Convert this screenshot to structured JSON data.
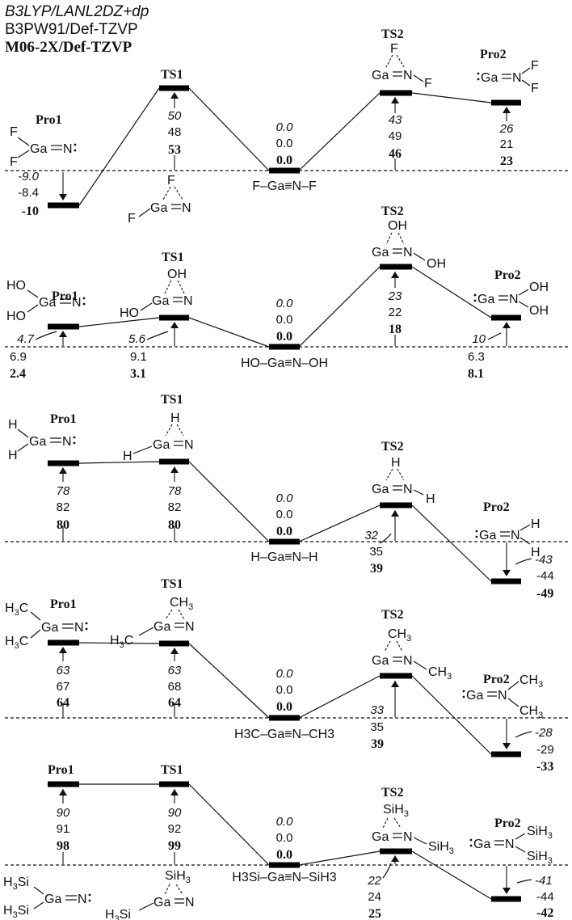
{
  "legend": {
    "method1": "B3LYP/LANL2DZ+dp",
    "method2": "B3PW91/Def-TZVP",
    "method3": "M06-2X/Def-TZVP"
  },
  "panels": [
    {
      "substituent": "F",
      "reactant": {
        "label": "F–Ga≡N–F",
        "values": [
          "0.0",
          "0.0",
          "0.0"
        ]
      },
      "pro1": {
        "label": "Pro1",
        "values": [
          "-9.0",
          "-8.4",
          "-10"
        ]
      },
      "ts1": {
        "label": "TS1",
        "values": [
          "50",
          "48",
          "53"
        ]
      },
      "ts2": {
        "label": "TS2",
        "values": [
          "43",
          "49",
          "46"
        ]
      },
      "pro2": {
        "label": "Pro2",
        "values": [
          "26",
          "21",
          "23"
        ]
      }
    },
    {
      "substituent": "OH",
      "reactant": {
        "label": "HO–Ga≡N–OH",
        "values": [
          "0.0",
          "0.0",
          "0.0"
        ]
      },
      "pro1": {
        "label": "Pro1",
        "values": [
          "4.7",
          "6.9",
          "2.4"
        ]
      },
      "ts1": {
        "label": "TS1",
        "values": [
          "5.6",
          "9.1",
          "3.1"
        ]
      },
      "ts2": {
        "label": "TS2",
        "values": [
          "23",
          "22",
          "18"
        ]
      },
      "pro2": {
        "label": "Pro2",
        "values": [
          "10",
          "6.3",
          "8.1"
        ]
      }
    },
    {
      "substituent": "H",
      "reactant": {
        "label": "H–Ga≡N–H",
        "values": [
          "0.0",
          "0.0",
          "0.0"
        ]
      },
      "pro1": {
        "label": "Pro1",
        "values": [
          "78",
          "82",
          "80"
        ]
      },
      "ts1": {
        "label": "TS1",
        "values": [
          "78",
          "82",
          "80"
        ]
      },
      "ts2": {
        "label": "TS2",
        "values": [
          "32",
          "35",
          "39"
        ]
      },
      "pro2": {
        "label": "Pro2",
        "values": [
          "-43",
          "-44",
          "-49"
        ]
      }
    },
    {
      "substituent": "CH3",
      "reactant": {
        "label": "H3C–Ga≡N–CH3",
        "values": [
          "0.0",
          "0.0",
          "0.0"
        ]
      },
      "pro1": {
        "label": "Pro1",
        "values": [
          "63",
          "67",
          "64"
        ]
      },
      "ts1": {
        "label": "TS1",
        "values": [
          "63",
          "68",
          "64"
        ]
      },
      "ts2": {
        "label": "TS2",
        "values": [
          "33",
          "35",
          "39"
        ]
      },
      "pro2": {
        "label": "Pro2",
        "values": [
          "-28",
          "-29",
          "-33"
        ]
      }
    },
    {
      "substituent": "SiH3",
      "reactant": {
        "label": "H3Si–Ga≡N–SiH3",
        "values": [
          "0.0",
          "0.0",
          "0.0"
        ]
      },
      "pro1": {
        "label": "Pro1",
        "values": [
          "90",
          "91",
          "98"
        ]
      },
      "ts1": {
        "label": "TS1",
        "values": [
          "90",
          "92",
          "99"
        ]
      },
      "ts2": {
        "label": "TS2",
        "values": [
          "22",
          "24",
          "25"
        ]
      },
      "pro2": {
        "label": "Pro2",
        "values": [
          "-41",
          "-44",
          "-42"
        ]
      }
    }
  ],
  "molecules": {
    "p1_pro1": [
      "F",
      "Ga",
      "N",
      "F"
    ],
    "p1_ts1": [
      "F",
      "Ga",
      "N",
      "F"
    ],
    "p1_ts2": [
      "F",
      "Ga",
      "N",
      "F"
    ],
    "p1_pro2": [
      "Ga",
      "N",
      "F",
      "F"
    ],
    "p2_pro1": [
      "HO",
      "Ga",
      "N",
      "HO"
    ],
    "p2_ts1": [
      "OH",
      "Ga",
      "N",
      "HO"
    ],
    "p2_ts2": [
      "OH",
      "Ga",
      "N",
      "OH"
    ],
    "p2_pro2": [
      "Ga",
      "N",
      "OH",
      "OH"
    ],
    "p3_pro1": [
      "H",
      "Ga",
      "N",
      "H"
    ],
    "p3_ts1": [
      "H",
      "Ga",
      "N",
      "H"
    ],
    "p3_ts2": [
      "H",
      "Ga",
      "N",
      "H"
    ],
    "p3_pro2": [
      "Ga",
      "N",
      "H",
      "H"
    ],
    "p4_pro1": [
      "H",
      "3",
      "C",
      "Ga",
      "N",
      "H",
      "3",
      "C"
    ],
    "p4_ts1": [
      "CH",
      "3",
      "Ga",
      "N",
      "H",
      "3",
      "C"
    ],
    "p4_ts2": [
      "CH",
      "3",
      "Ga",
      "N",
      "CH",
      "3"
    ],
    "p4_pro2": [
      "Ga",
      "N",
      "CH",
      "3",
      "CH",
      "3"
    ],
    "p5_pro1": [
      "H",
      "3",
      "Si",
      "Ga",
      "N",
      "H",
      "3",
      "Si"
    ],
    "p5_ts1": [
      "SiH",
      "3",
      "Ga",
      "N",
      "H",
      "3",
      "Si"
    ],
    "p5_ts2": [
      "SiH",
      "3",
      "Ga",
      "N",
      "SiH",
      "3"
    ],
    "p5_pro2": [
      "Ga",
      "N",
      "SiH",
      "3",
      "SiH",
      "3"
    ]
  }
}
